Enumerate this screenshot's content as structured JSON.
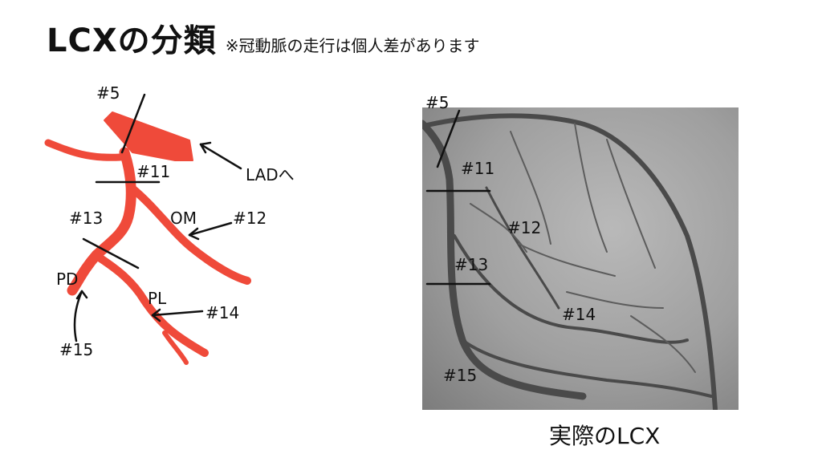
{
  "title": {
    "main": "LCXの分類",
    "note": "※冠動脈の走行は個人差があります"
  },
  "diagram": {
    "labels": {
      "seg5": "#5",
      "seg11": "#11",
      "lad": "LADへ",
      "seg13": "#13",
      "om": "OM",
      "seg12": "#12",
      "pd": "PD",
      "pl": "PL",
      "seg14": "#14",
      "seg15": "#15"
    },
    "vessel_color": "#ef4a3a"
  },
  "angiogram": {
    "labels": {
      "seg5": "#5",
      "seg11": "#11",
      "seg12": "#12",
      "seg13": "#13",
      "seg14": "#14",
      "seg15": "#15"
    },
    "caption": "実際のLCX"
  }
}
